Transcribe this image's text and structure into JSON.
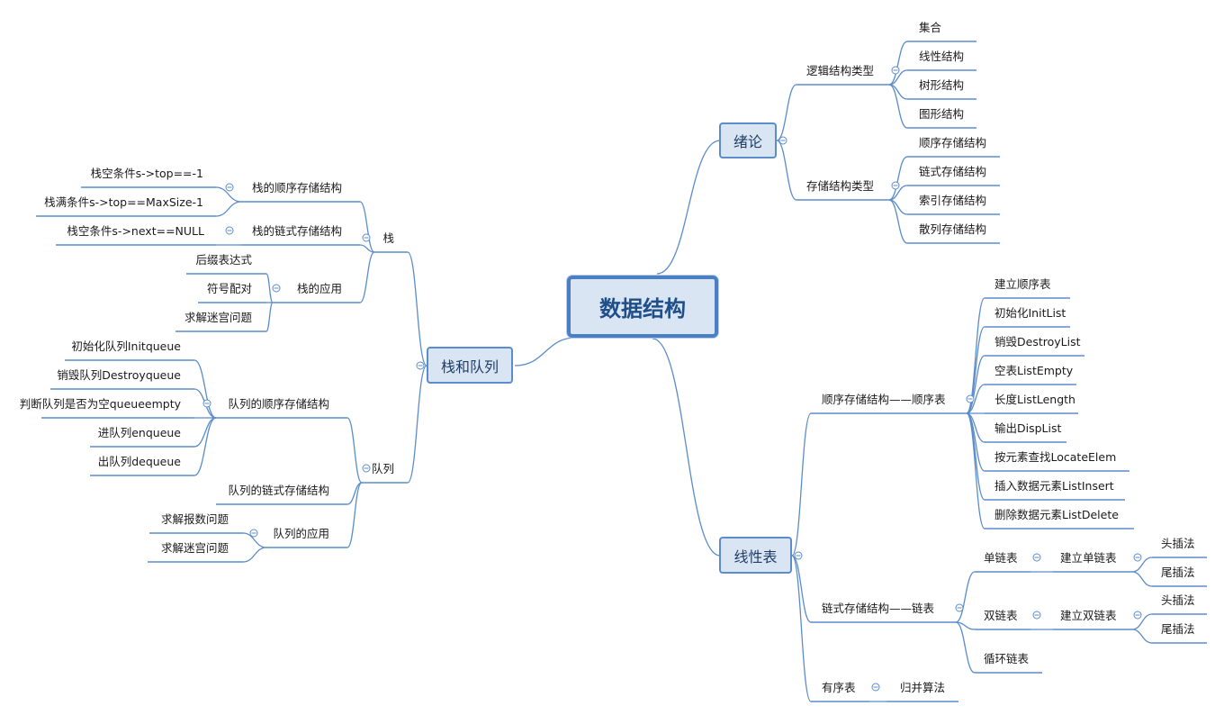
{
  "root": "数据结构",
  "intro": {
    "label": "绪论",
    "logic": {
      "label": "逻辑结构类型",
      "items": [
        "集合",
        "线性结构",
        "树形结构",
        "图形结构"
      ]
    },
    "storage": {
      "label": "存储结构类型",
      "items": [
        "顺序存储结构",
        "链式存储结构",
        "索引存储结构",
        "散列存储结构"
      ]
    }
  },
  "linear": {
    "label": "线性表",
    "seq": {
      "label": "顺序存储结构——顺序表",
      "items": [
        "建立顺序表",
        "初始化InitList",
        "销毁DestroyList",
        "空表ListEmpty",
        "长度ListLength",
        "输出DispList",
        "按元素查找LocateElem",
        "插入数据元素ListInsert",
        "删除数据元素ListDelete"
      ]
    },
    "link": {
      "label": "链式存储结构——链表",
      "single": {
        "label": "单链表",
        "build": "建立单链表",
        "methods": [
          "头插法",
          "尾插法"
        ]
      },
      "double": {
        "label": "双链表",
        "build": "建立双链表",
        "methods": [
          "头插法",
          "尾插法"
        ]
      },
      "circular": "循环链表"
    },
    "ordered": {
      "label": "有序表",
      "child": "归并算法"
    }
  },
  "stackqueue": {
    "label": "栈和队列",
    "stack": {
      "label": "栈",
      "seq": {
        "label": "栈的顺序存储结构",
        "items": [
          "栈空条件s->top==-1",
          "栈满条件s->top==MaxSize-1"
        ]
      },
      "link": {
        "label": "栈的链式存储结构",
        "items": [
          "栈空条件s->next==NULL"
        ]
      },
      "app": {
        "label": "栈的应用",
        "items": [
          "后缀表达式",
          "符号配对",
          "求解迷宫问题"
        ]
      }
    },
    "queue": {
      "label": "队列",
      "seq": {
        "label": "队列的顺序存储结构",
        "items": [
          "初始化队列Initqueue",
          "销毁队列Destroyqueue",
          "判断队列是否为空queueempty",
          "进队列enqueue",
          "出队列dequeue"
        ]
      },
      "link": {
        "label": "队列的链式存储结构"
      },
      "app": {
        "label": "队列的应用",
        "items": [
          "求解报数问题",
          "求解迷宫问题"
        ]
      }
    }
  },
  "colors": {
    "line": "#5b8ccb",
    "node_fill": "#dae5f3",
    "root_border": "#4a7fc4"
  }
}
